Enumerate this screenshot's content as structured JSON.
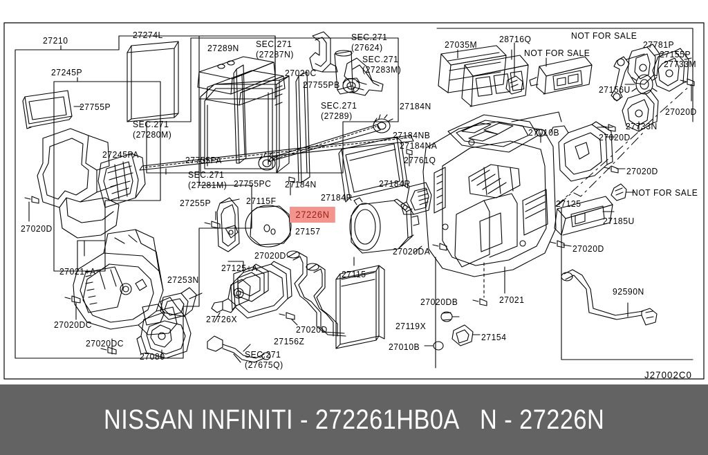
{
  "diagram": {
    "code": "J27002C0",
    "highlight": {
      "label": "27226N",
      "bg_color": "#f4948e",
      "text_color": "#9c1c14"
    },
    "groups": [
      {
        "label": "27210"
      },
      {
        "label": "27245P"
      },
      {
        "label": "27245PA"
      }
    ],
    "callouts": [
      {
        "id": "c1",
        "text": "27210"
      },
      {
        "id": "c2",
        "text": "27245P"
      },
      {
        "id": "c3",
        "text": "27755P"
      },
      {
        "id": "c4",
        "text": "SEC.271\n(27280M)"
      },
      {
        "id": "c5",
        "text": "27245PA"
      },
      {
        "id": "c6",
        "text": "27255P"
      },
      {
        "id": "c7",
        "text": "27020D"
      },
      {
        "id": "c8",
        "text": "27021+A"
      },
      {
        "id": "c9",
        "text": "27020DC"
      },
      {
        "id": "c10",
        "text": "27020DC"
      },
      {
        "id": "c11",
        "text": "27253N"
      },
      {
        "id": "c12",
        "text": "27080"
      },
      {
        "id": "c13",
        "text": "27274L"
      },
      {
        "id": "c14",
        "text": "27289N"
      },
      {
        "id": "c15",
        "text": "SEC.271\n(27287N)"
      },
      {
        "id": "c16",
        "text": "27020C"
      },
      {
        "id": "c17",
        "text": "27755PB"
      },
      {
        "id": "c18",
        "text": "SEC.271\n(27289)"
      },
      {
        "id": "c19",
        "text": "SEC.271\n(27624)"
      },
      {
        "id": "c20",
        "text": "SEC.271\n(27283M)"
      },
      {
        "id": "c21",
        "text": "27755PA"
      },
      {
        "id": "c22",
        "text": "SEC.271\n(27281M)"
      },
      {
        "id": "c23",
        "text": "27755PC"
      },
      {
        "id": "c24",
        "text": "27184N"
      },
      {
        "id": "c25",
        "text": "27184NB"
      },
      {
        "id": "c26",
        "text": "27184NA"
      },
      {
        "id": "c27",
        "text": "27761Q"
      },
      {
        "id": "c28",
        "text": "27184N"
      },
      {
        "id": "c29",
        "text": "27184R"
      },
      {
        "id": "c30",
        "text": "27184R"
      },
      {
        "id": "c31",
        "text": "27115F"
      },
      {
        "id": "c32",
        "text": "27157"
      },
      {
        "id": "c33",
        "text": "27020D"
      },
      {
        "id": "c34",
        "text": "27125+A"
      },
      {
        "id": "c35",
        "text": "27726X"
      },
      {
        "id": "c36",
        "text": "27020D"
      },
      {
        "id": "c37",
        "text": "27156Z"
      },
      {
        "id": "c38",
        "text": "SEC.271\n(27675Q)"
      },
      {
        "id": "c39",
        "text": "27115"
      },
      {
        "id": "c40",
        "text": "27020DA"
      },
      {
        "id": "c41",
        "text": "27035M"
      },
      {
        "id": "c42",
        "text": "28716Q"
      },
      {
        "id": "c43",
        "text": "NOT FOR SALE"
      },
      {
        "id": "c44",
        "text": "NOT FOR SALE"
      },
      {
        "id": "c45",
        "text": "27781P"
      },
      {
        "id": "c46",
        "text": "27155P"
      },
      {
        "id": "c47",
        "text": "27733M"
      },
      {
        "id": "c48",
        "text": "27156U"
      },
      {
        "id": "c49",
        "text": "27020D"
      },
      {
        "id": "c50",
        "text": "27733N"
      },
      {
        "id": "c51",
        "text": "27020D"
      },
      {
        "id": "c52",
        "text": "27010B"
      },
      {
        "id": "c53",
        "text": "27020D"
      },
      {
        "id": "c54",
        "text": "NOT FOR SALE"
      },
      {
        "id": "c55",
        "text": "27125"
      },
      {
        "id": "c56",
        "text": "27185U"
      },
      {
        "id": "c57",
        "text": "27020D"
      },
      {
        "id": "c58",
        "text": "27021"
      },
      {
        "id": "c59",
        "text": "27020DB"
      },
      {
        "id": "c60",
        "text": "92590N"
      },
      {
        "id": "c61",
        "text": "27119X"
      },
      {
        "id": "c62",
        "text": "27154"
      },
      {
        "id": "c63",
        "text": "27010B"
      }
    ]
  },
  "footer": {
    "brand": "NISSAN INFINITI - 272261HB0A",
    "part": "N - 27226N",
    "bg_color": "#636363",
    "text_color": "#ffffff"
  }
}
